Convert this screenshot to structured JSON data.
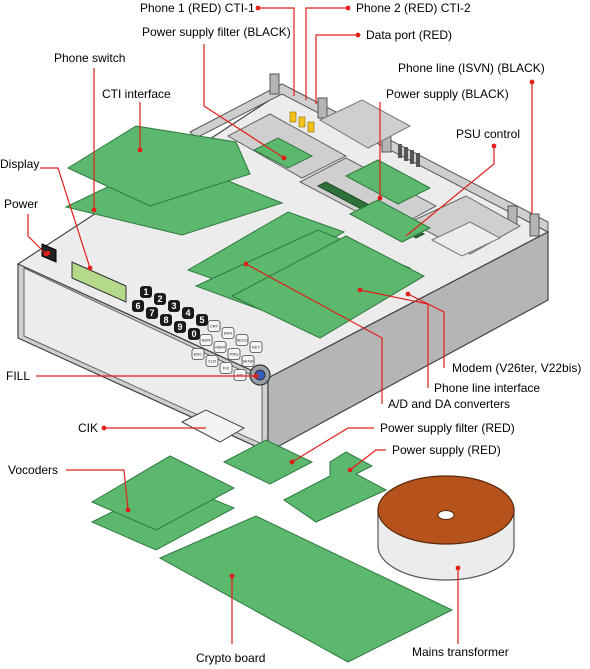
{
  "colors": {
    "leader": "#e0201b",
    "board": "#5cb86e",
    "board_edge": "#2f7a3f",
    "case_top": "#ececec",
    "case_side": "#cfcfcf",
    "case_dark": "#b5b5b5",
    "transformer_core": "#b6521c",
    "display": "#b4d98a"
  },
  "labels": {
    "phone1": "Phone 1 (RED) CTI-1",
    "phone2": "Phone 2 (RED) CTI-2",
    "psu_filter_black": "Power supply filter (BLACK)",
    "data_port": "Data port (RED)",
    "phone_switch": "Phone switch",
    "phone_line": "Phone line (ISVN) (BLACK)",
    "cti_interface": "CTI interface",
    "psu_black": "Power supply (BLACK)",
    "psu_control": "PSU control",
    "display": "Display",
    "power": "Power",
    "fill": "FILL",
    "modem": "Modem (V26ter, V22bis)",
    "phone_line_interface": "Phone line interface",
    "ad_da": "A/D and DA converters",
    "cik": "CIK",
    "psu_filter_red": "Power supply filter (RED)",
    "psu_red": "Power supply (RED)",
    "vocoders": "Vocoders",
    "crypto_board": "Crypto board",
    "mains_transformer": "Mains transformer"
  },
  "keypad": {
    "digits": [
      "1",
      "2",
      "3",
      "4",
      "5",
      "6",
      "7",
      "8",
      "9",
      "0"
    ],
    "function_keys": [
      "CRY",
      "ERA",
      "SECU",
      "KEY",
      "ADR",
      "MEM",
      "PRG",
      "SEND",
      "ENC",
      "CLR",
      "FIX",
      "NO"
    ]
  }
}
